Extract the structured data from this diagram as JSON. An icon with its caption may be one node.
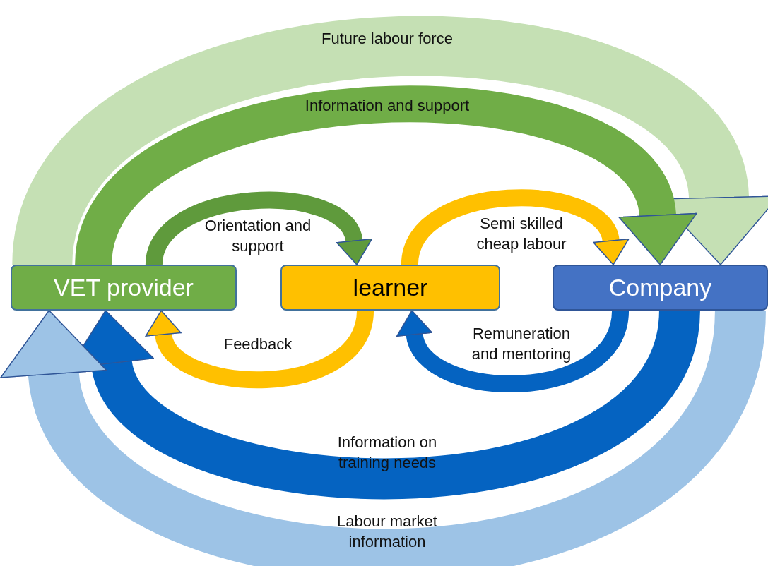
{
  "diagram": {
    "nodes": [
      {
        "text": [
          "VET provider"
        ]
      },
      {
        "text": [
          "learner"
        ]
      },
      {
        "text": [
          "Company"
        ]
      }
    ],
    "edges": [
      {
        "from": 0,
        "to": 2,
        "arrow": "to",
        "label": "Future labour force",
        "style": "thick",
        "color": "#c5e0b4"
      },
      {
        "from": 0,
        "to": 2,
        "arrow": "to",
        "label": "Information and support",
        "style": "thick",
        "color": "#70ad47"
      },
      {
        "from": 0,
        "to": 1,
        "arrow": "to",
        "label": "Orientation and support",
        "color": "#5f9a3c"
      },
      {
        "from": 1,
        "to": 2,
        "arrow": "to",
        "label": "Semi skilled cheap labour",
        "color": "#ffc000"
      },
      {
        "from": 1,
        "to": 0,
        "arrow": "to",
        "label": "Feedback",
        "color": "#ffc000"
      },
      {
        "from": 2,
        "to": 1,
        "arrow": "to",
        "label": "Remuneration and mentoring",
        "color": "#0563c1"
      },
      {
        "from": 2,
        "to": 0,
        "arrow": "to",
        "label": "Information on training needs",
        "style": "thick",
        "color": "#0563c1"
      },
      {
        "from": 2,
        "to": 0,
        "arrow": "to",
        "label": "Labour market information",
        "style": "thick",
        "color": "#9dc3e6"
      }
    ]
  }
}
